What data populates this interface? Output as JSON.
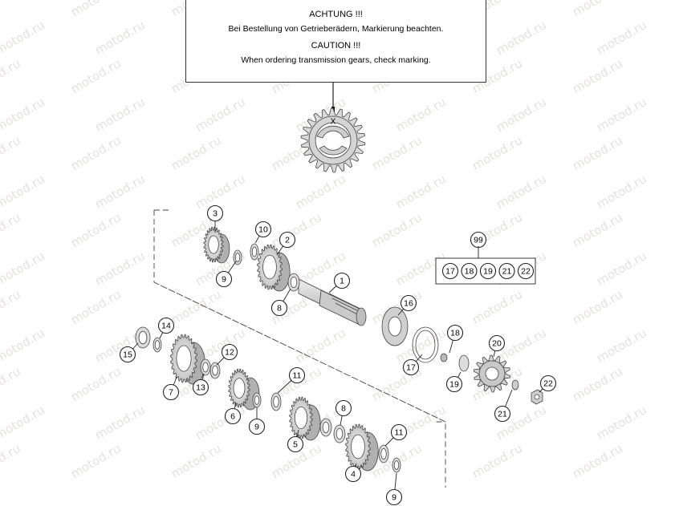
{
  "notice": {
    "de_title": "ACHTUNG !!!",
    "de_text": "Bei Bestellung von Getrieberädern, Markierung beachten.",
    "en_title": "CAUTION !!!",
    "en_text": "When ordering transmission gears, check marking."
  },
  "marking_letter": "X",
  "watermark_text": "motod.ru",
  "callouts": [
    {
      "id": "c3",
      "label": "3"
    },
    {
      "id": "c10",
      "label": "10"
    },
    {
      "id": "c2",
      "label": "2"
    },
    {
      "id": "c9a",
      "label": "9"
    },
    {
      "id": "c1",
      "label": "1"
    },
    {
      "id": "c8a",
      "label": "8"
    },
    {
      "id": "c16",
      "label": "16"
    },
    {
      "id": "c14",
      "label": "14"
    },
    {
      "id": "c15",
      "label": "15"
    },
    {
      "id": "c12",
      "label": "12"
    },
    {
      "id": "c7",
      "label": "7"
    },
    {
      "id": "c13",
      "label": "13"
    },
    {
      "id": "c11a",
      "label": "11"
    },
    {
      "id": "c6",
      "label": "6"
    },
    {
      "id": "c9b",
      "label": "9"
    },
    {
      "id": "c5",
      "label": "5"
    },
    {
      "id": "c8b",
      "label": "8"
    },
    {
      "id": "c11b",
      "label": "11"
    },
    {
      "id": "c4",
      "label": "4"
    },
    {
      "id": "c9c",
      "label": "9"
    },
    {
      "id": "c18",
      "label": "18"
    },
    {
      "id": "c17",
      "label": "17"
    },
    {
      "id": "c20",
      "label": "20"
    },
    {
      "id": "c19",
      "label": "19"
    },
    {
      "id": "c22",
      "label": "22"
    },
    {
      "id": "c21",
      "label": "21"
    },
    {
      "id": "c99",
      "label": "99"
    }
  ],
  "kit_items": [
    "17",
    "18",
    "19",
    "21",
    "22"
  ],
  "colors": {
    "gear_fill": "#dedede",
    "gear_dark": "#b5b5b5",
    "line": "#333333",
    "watermark": "#e6e0de"
  }
}
